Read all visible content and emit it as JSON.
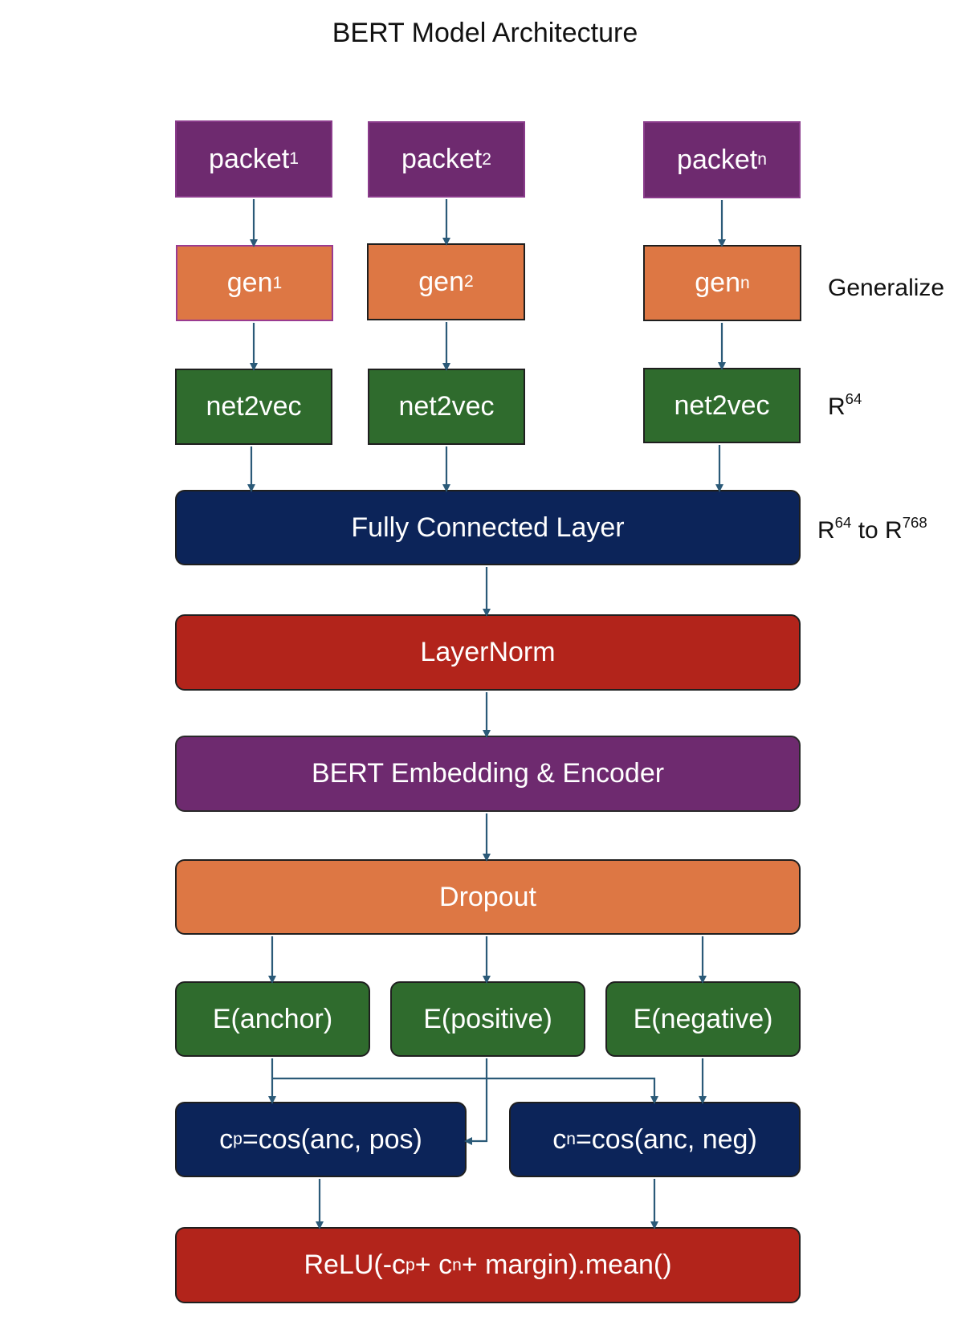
{
  "title": "BERT Model Architecture",
  "packets": [
    {
      "base": "packet",
      "sub": "1"
    },
    {
      "base": "packet",
      "sub": "2"
    },
    {
      "base": "packet",
      "sub": "n"
    }
  ],
  "gens": [
    {
      "base": "gen",
      "sub": "1"
    },
    {
      "base": "gen",
      "sub": "2"
    },
    {
      "base": "gen",
      "sub": "n"
    }
  ],
  "net2vec": [
    "net2vec",
    "net2vec",
    "net2vec"
  ],
  "labels": {
    "generalize": "Generalize",
    "r64": {
      "base": "R",
      "sup": "64"
    },
    "r64_to_r768": {
      "base1": "R",
      "sup1": "64",
      "mid": " to R",
      "sup2": "768"
    }
  },
  "fully_connected": "Fully Connected Layer",
  "layernorm": "LayerNorm",
  "bert_embedding": "BERT Embedding & Encoder",
  "dropout": "Dropout",
  "embeddings": [
    "E(anchor)",
    "E(positive)",
    "E(negative)"
  ],
  "cos_pos": {
    "c": "c",
    "sub": "p",
    "rest": "=cos(anc, pos)"
  },
  "cos_neg": {
    "c": "c",
    "sub": "n",
    "rest": "=cos(anc, neg)"
  },
  "loss": {
    "pre": "ReLU(-c",
    "sub1": "p",
    "mid": " + c",
    "sub2": "n",
    "post": " + margin).mean()"
  },
  "colors": {
    "purple": "#6e2a6f",
    "orange": "#dd7744",
    "green": "#2f6b2d",
    "navy": "#0c2459",
    "red": "#b2241b",
    "arrow": "#2b5a78"
  }
}
